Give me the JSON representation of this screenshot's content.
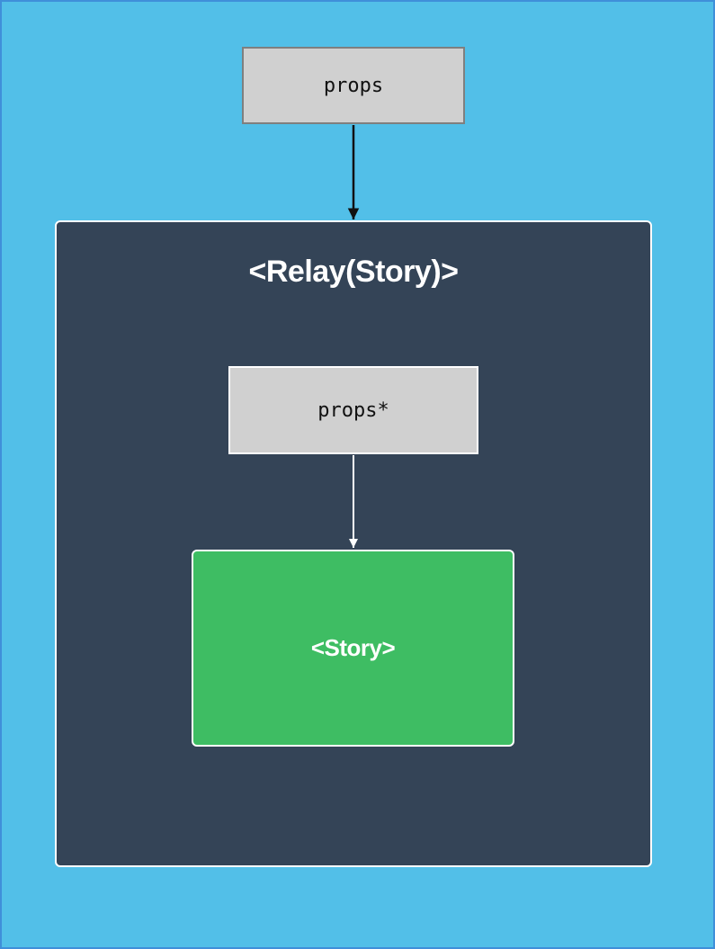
{
  "colors": {
    "background": "#52bfe8",
    "frame_border": "#3f8fd9",
    "relay_fill": "#344457",
    "props_fill": "#d0d0d0",
    "story_fill": "#3ebd63",
    "outer_arrow": "#111111",
    "inner_arrow": "#ffffff"
  },
  "nodes": {
    "props": {
      "label": "props"
    },
    "relay": {
      "title": "<Relay(Story)>"
    },
    "props_star": {
      "label": "props*"
    },
    "story": {
      "label": "<Story>"
    }
  },
  "edges": [
    {
      "from": "props",
      "to": "relay"
    },
    {
      "from": "props_star",
      "to": "story"
    }
  ]
}
